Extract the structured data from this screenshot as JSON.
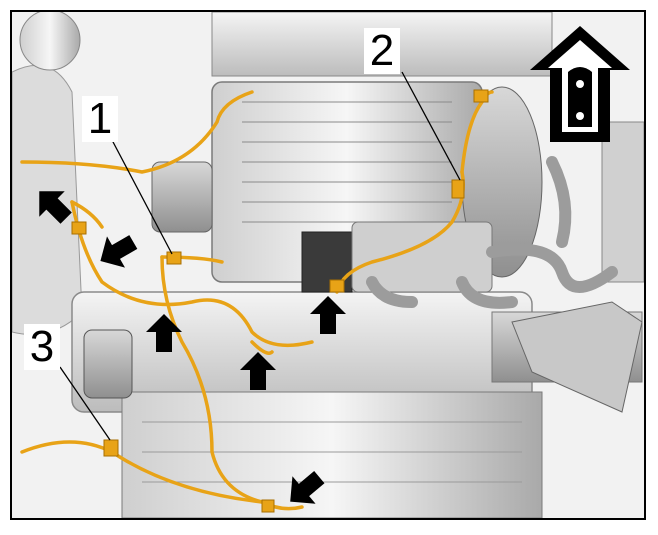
{
  "callouts": {
    "one": "1",
    "two": "2",
    "three": "3"
  },
  "icons": {
    "arrow": "arrow-icon",
    "direction": "travel-direction-icon"
  },
  "colors": {
    "wire": "#e8a317",
    "arrow": "#000000",
    "frame": "#000000",
    "metal_light": "#e6e6e6",
    "metal_mid": "#bdbdbd",
    "metal_dark": "#6e6e6e"
  }
}
